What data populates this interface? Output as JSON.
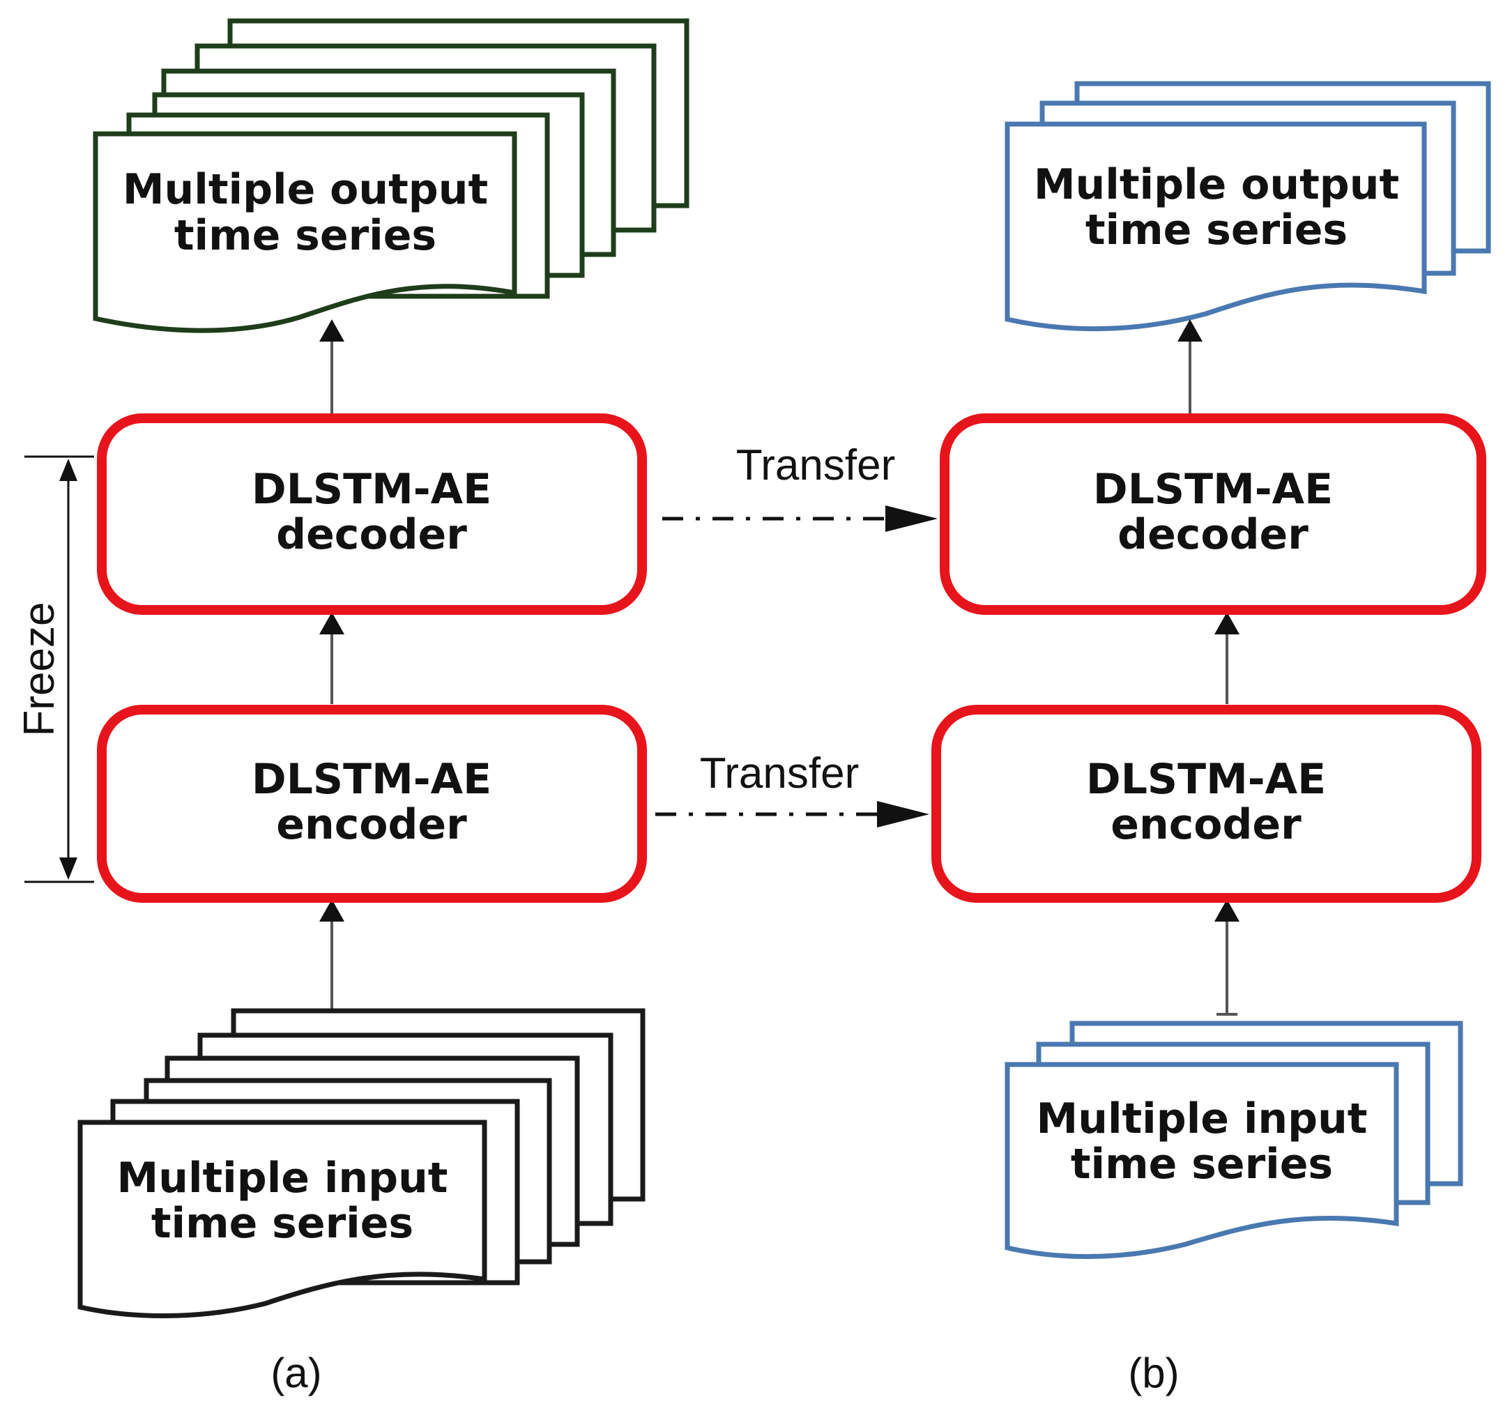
{
  "panel_a": {
    "label": "(a)",
    "output_docs": {
      "line1": "Multiple output",
      "line2": "time series",
      "color": "#1e3d1a"
    },
    "decoder": {
      "line1": "DLSTM-AE",
      "line2": "decoder"
    },
    "encoder": {
      "line1": "DLSTM-AE",
      "line2": "encoder"
    },
    "input_docs": {
      "line1": "Multiple input",
      "line2": "time series",
      "color": "#1a1a1a"
    },
    "freeze_label": "Freeze"
  },
  "panel_b": {
    "label": "(b)",
    "output_docs": {
      "line1": "Multiple output",
      "line2": "time series",
      "color": "#4a78b0"
    },
    "decoder": {
      "line1": "DLSTM-AE",
      "line2": "decoder"
    },
    "encoder": {
      "line1": "DLSTM-AE",
      "line2": "encoder"
    },
    "input_docs": {
      "line1": "Multiple input",
      "line2": "time series",
      "color": "#4a78b0"
    }
  },
  "transfer": {
    "decoder_label": "Transfer",
    "encoder_label": "Transfer"
  },
  "colors": {
    "box_border": "#e8141c",
    "arrow": "#111111"
  }
}
